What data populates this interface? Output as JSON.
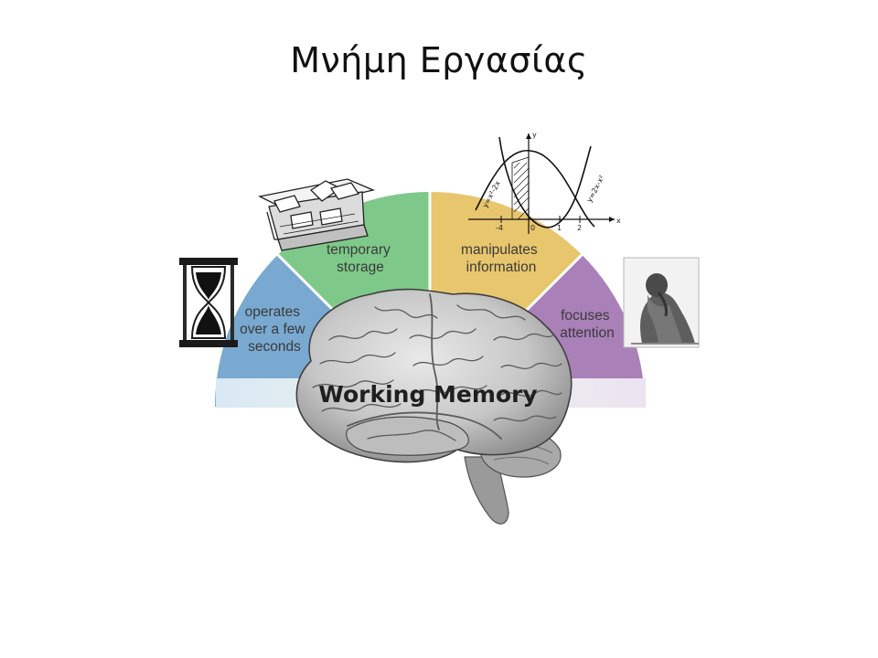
{
  "slide": {
    "title": "Μνήμη Εργασίας"
  },
  "diagram": {
    "central_label": "Working Memory",
    "segments": [
      {
        "id": "duration",
        "lines": [
          "operates",
          "over a few",
          "seconds"
        ],
        "color": "#79a9d0",
        "icon": "hourglass-icon"
      },
      {
        "id": "storage",
        "lines": [
          "temporary",
          "storage"
        ],
        "color": "#7ec98a",
        "icon": "file-box-icon"
      },
      {
        "id": "manipulation",
        "lines": [
          "manipulates",
          "information"
        ],
        "color": "#e8c66e",
        "icon": "math-graph-icon"
      },
      {
        "id": "attention",
        "lines": [
          "focuses",
          "attention"
        ],
        "color": "#a980b8",
        "icon": "thinker-statue-icon"
      }
    ],
    "graph_labels": {
      "y_axis": "y",
      "x_axis": "x",
      "ticks": [
        "-4",
        "0",
        "1",
        "2"
      ],
      "curve_1": "y=x²-2x",
      "curve_2": "y=2x-x²"
    }
  }
}
